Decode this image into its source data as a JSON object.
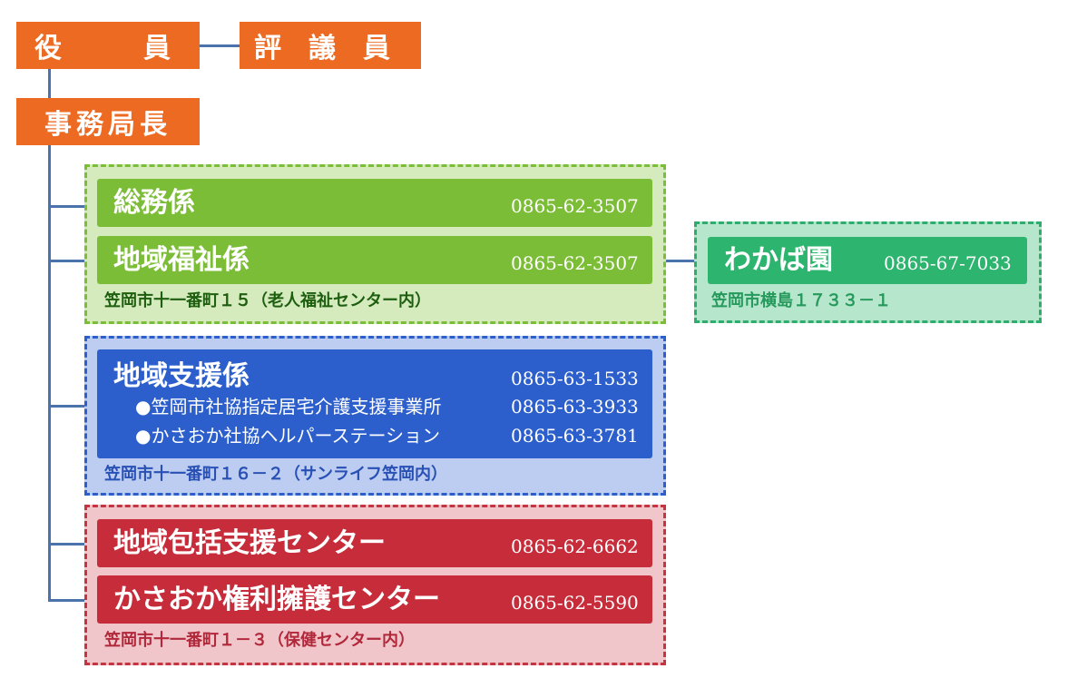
{
  "top": {
    "officers": "役　　　員",
    "councilors": "評　議　員",
    "secretary_general": "事務局長"
  },
  "groups": {
    "green": {
      "units": [
        {
          "name": "総務係",
          "tel": "0865-62-3507"
        },
        {
          "name": "地域福祉係",
          "tel": "0865-62-3507"
        }
      ],
      "address": "笠岡市十一番町１５（老人福祉センター内）"
    },
    "wakaba": {
      "name": "わかば園",
      "tel": "0865-67-7033",
      "address": "笠岡市横島１７３３－１"
    },
    "blue": {
      "unit": {
        "name": "地域支援係",
        "tel": "0865-63-1533"
      },
      "subs": [
        {
          "name": "●笠岡市社協指定居宅介護支援事業所",
          "tel": "0865-63-3933"
        },
        {
          "name": "●かさおか社協ヘルパーステーション",
          "tel": "0865-63-3781"
        }
      ],
      "address": "笠岡市十一番町１６－２（サンライフ笠岡内）"
    },
    "red": {
      "units": [
        {
          "name": "地域包括支援センター",
          "tel": "0865-62-6662"
        },
        {
          "name": "かさおか権利擁護センター",
          "tel": "0865-62-5590"
        }
      ],
      "address": "笠岡市十一番町１－３（保健センター内）"
    }
  },
  "colors": {
    "orange": "#ec6a22",
    "green": "#7cbd37",
    "blue": "#2c5fcc",
    "red": "#c62c3a",
    "teal": "#2db46e",
    "connector": "#4b73ab"
  }
}
